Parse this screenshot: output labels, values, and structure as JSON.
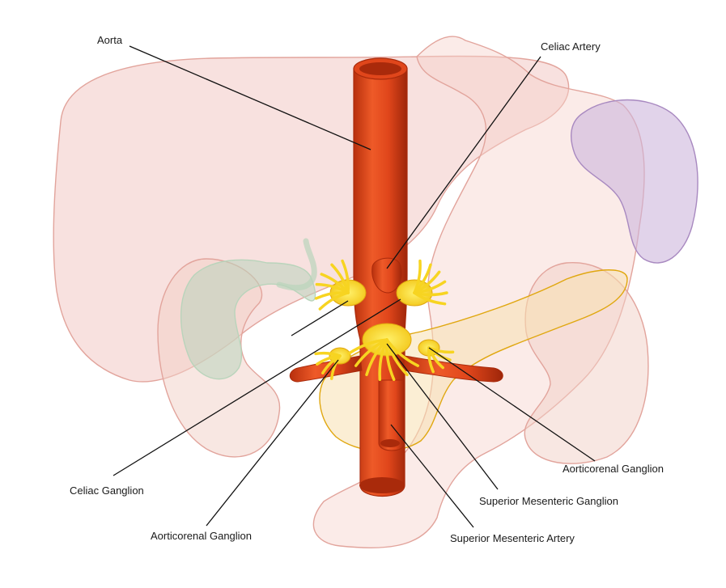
{
  "labels": {
    "aorta": "Aorta",
    "celiac_artery": "Celiac Artery",
    "celiac_ganglion": "Celiac Ganglion",
    "aorticorenal_ganglion_left": "Aorticorenal Ganglion",
    "aorticorenal_ganglion_right": "Aorticorenal Ganglion",
    "superior_mesenteric_ganglion": "Superior Mesenteric Ganglion",
    "superior_mesenteric_artery": "Superior Mesenteric Artery"
  },
  "colors": {
    "liver": "#f3c9c4",
    "liver_edge": "#e2a49c",
    "stomach": "#f6d2cc",
    "spleen": "#cdb5dc",
    "spleen_edge": "#a889c0",
    "gallbladder": "#b9d4bb",
    "pancreas": "#f8e0b0",
    "kidney": "#f2cfc6",
    "aorta": "#e0461b",
    "aorta_dark": "#a92a0b",
    "ganglion": "#f7d421",
    "ganglion_edge": "#e0a70f",
    "leader": "#111111"
  }
}
